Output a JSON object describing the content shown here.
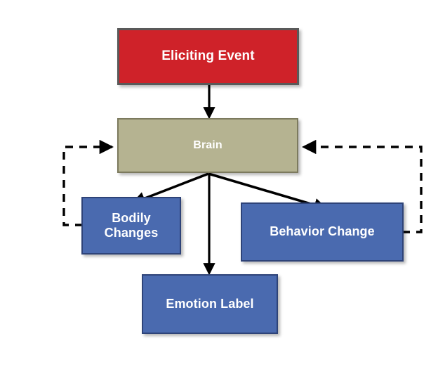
{
  "diagram": {
    "title": "Emotion process flow diagram",
    "background_color": "#ffffff",
    "nodes": [
      {
        "id": "eliciting-event",
        "label": "Eliciting Event",
        "fill": "#cf2229",
        "border": "#595959",
        "text_color": "#ffffff"
      },
      {
        "id": "brain",
        "label": "Brain",
        "fill": "#b5b391",
        "border": "#7c7a5e",
        "text_color": "#ffffff"
      },
      {
        "id": "bodily-changes",
        "label": "Bodily\nChanges",
        "fill": "#4a6aaf",
        "border": "#2e4378",
        "text_color": "#ffffff"
      },
      {
        "id": "behavior-change",
        "label": "Behavior Change",
        "fill": "#4a6aaf",
        "border": "#2e4378",
        "text_color": "#ffffff"
      },
      {
        "id": "emotion-label",
        "label": "Emotion Label",
        "fill": "#4a6aaf",
        "border": "#2e4378",
        "text_color": "#ffffff"
      }
    ],
    "edges": [
      {
        "id": "eliciting-event-to-brain",
        "from": "eliciting-event",
        "to": "brain",
        "style": "solid",
        "color": "#000000",
        "arrow": "end"
      },
      {
        "id": "brain-to-bodily-changes",
        "from": "brain",
        "to": "bodily-changes",
        "style": "solid",
        "color": "#000000",
        "arrow": "end"
      },
      {
        "id": "brain-to-emotion-label",
        "from": "brain",
        "to": "emotion-label",
        "style": "solid",
        "color": "#000000",
        "arrow": "end"
      },
      {
        "id": "brain-to-behavior-change",
        "from": "brain",
        "to": "behavior-change",
        "style": "solid",
        "color": "#000000",
        "arrow": "end"
      },
      {
        "id": "bodily-changes-to-brain-feedback",
        "from": "bodily-changes",
        "to": "brain",
        "style": "dashed",
        "color": "#000000",
        "arrow": "end"
      },
      {
        "id": "behavior-change-to-brain-feedback",
        "from": "behavior-change",
        "to": "brain",
        "style": "dashed",
        "color": "#000000",
        "arrow": "end"
      }
    ]
  }
}
